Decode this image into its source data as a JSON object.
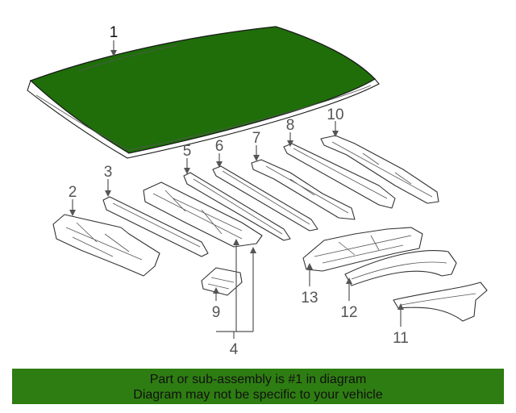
{
  "callouts": {
    "c1": "1",
    "c2": "2",
    "c3": "3",
    "c4": "4",
    "c5": "5",
    "c6": "6",
    "c7": "7",
    "c8": "8",
    "c9": "9",
    "c10": "10",
    "c11": "11",
    "c12": "12",
    "c13": "13"
  },
  "colors": {
    "highlight": "#1f6e0a",
    "banner": "#2e7d12"
  },
  "banner": {
    "line1": "Part or sub-assembly is #1 in diagram",
    "line2": "Diagram may not be specific to your vehicle"
  }
}
